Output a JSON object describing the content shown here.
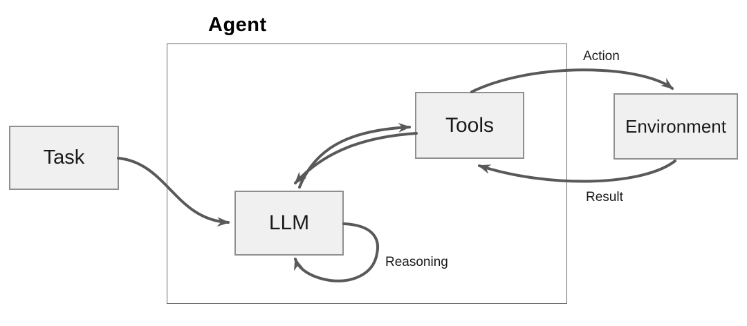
{
  "title": "Agent",
  "nodes": {
    "task": {
      "label": "Task"
    },
    "llm": {
      "label": "LLM"
    },
    "tools": {
      "label": "Tools"
    },
    "environment": {
      "label": "Environment"
    }
  },
  "edge_labels": {
    "action": "Action",
    "result": "Result",
    "reasoning": "Reasoning"
  },
  "edges": [
    {
      "from": "task",
      "to": "llm",
      "label": ""
    },
    {
      "from": "llm",
      "to": "tools",
      "label": ""
    },
    {
      "from": "tools",
      "to": "llm",
      "label": ""
    },
    {
      "from": "tools",
      "to": "environment",
      "label": "Action"
    },
    {
      "from": "environment",
      "to": "tools",
      "label": "Result"
    },
    {
      "from": "llm",
      "to": "llm",
      "label": "Reasoning"
    }
  ],
  "colors": {
    "background": "#ffffff",
    "node_fill": "#f0f0f0",
    "node_border": "#8f8f8f",
    "container_border": "#666666",
    "arrow": "#595959",
    "text": "#1a1a1a"
  }
}
